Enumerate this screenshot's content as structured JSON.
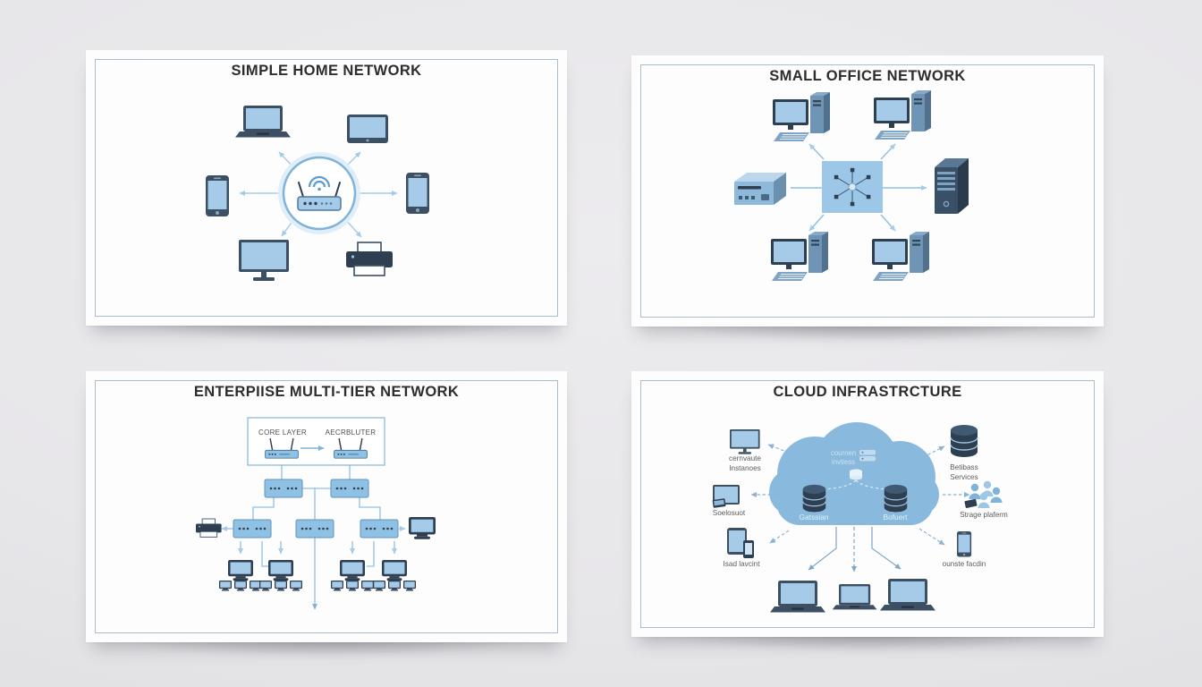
{
  "page": {
    "background": "#e6e6e8"
  },
  "colors": {
    "card_bg": "#fdfdfe",
    "card_border": "#a9bdcb",
    "title_text": "#2d2d2d",
    "label_text": "#5c5c5c",
    "device_dark": "#3c4f63",
    "device_navy": "#2e3f52",
    "screen_blue": "#a6cbe8",
    "fill_blue": "#9cc7e7",
    "accent_blue": "#7fb3d9",
    "arrow_light": "#a5cbe6",
    "arrow_dashed": "#8fb2cf",
    "cloud_fill": "#89b9dd",
    "cloud_text": "#d8e9f6"
  },
  "cards": {
    "home": {
      "title": "SIMPLE HOME NETWORK"
    },
    "office": {
      "title": "SMALL OFFICE NETWORK"
    },
    "enterprise": {
      "title": "ENTERPIISE MULTI-TIER NETWORK",
      "core_label": "CORE LAYER",
      "distribution_label": "AECRBLUTER"
    },
    "cloud": {
      "title": "CLOUD INFRASTRCTURE",
      "internal": {
        "top_line1": "cournen",
        "top_line2": "invtiess",
        "db_left": "Gatssian",
        "db_right": "Bofuert"
      },
      "peripherals": {
        "compute_line1": "cernvaute",
        "compute_line2": "Instanoes",
        "solutions": "Soelosuot",
        "load_client": "Isad lavcint",
        "database_line1": "Betibass",
        "database_line2": "Services",
        "storage_platform": "Strage plaferm",
        "onsite_client": "ounste facdin"
      }
    }
  },
  "icons": {
    "wifi-router-icon": "router body with two antennas and wifi arcs",
    "laptop-icon": "open laptop front view",
    "tablet-icon": "landscape tablet",
    "smartphone-icon": "portrait phone",
    "monitor-icon": "desktop monitor with stand",
    "printer-icon": "printer with paper trays",
    "desktop-pc-icon": "monitor, tower and keyboard",
    "nas-server-icon": "small 3d server box",
    "tower-server-icon": "tall 3d server tower",
    "network-switch-icon": "flat blue switch box with ports",
    "core-router-icon": "small router with antennas",
    "hub-spoke-icon": "central node with six spokes",
    "database-icon": "cylinder stack",
    "users-cluster-icon": "group of people",
    "cloud-icon": "cloud silhouette",
    "mini-monitor-icon": "small monitor",
    "tablet-phone-icon": "tablet with phone"
  }
}
